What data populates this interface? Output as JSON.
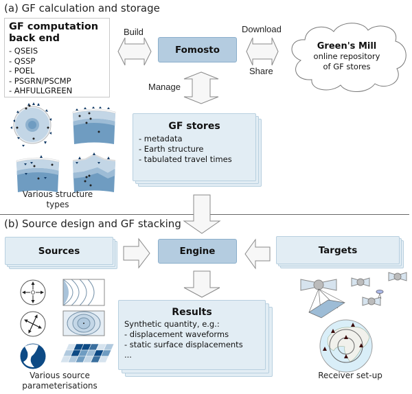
{
  "section_a": {
    "title": "(a) GF calculation and storage",
    "backend": {
      "heading_line1": "GF computation",
      "heading_line2": "back end",
      "items": [
        "- QSEIS",
        "- QSSP",
        "- POEL",
        "- PSGRN/PSCMP",
        "- AHFULLGREEN"
      ]
    },
    "build_label": "Build",
    "fomosto_label": "Fomosto",
    "download_label": "Download",
    "share_label": "Share",
    "cloud": {
      "title": "Green's Mill",
      "line1": "online repository",
      "line2": "of GF stores"
    },
    "manage_label": "Manage",
    "gf_stores": {
      "title": "GF stores",
      "items": [
        "- metadata",
        "- Earth structure",
        "- tabulated travel times"
      ]
    },
    "structures_caption_line1": "Various structure",
    "structures_caption_line2": "types"
  },
  "section_b": {
    "title": "(b) Source design and GF stacking",
    "sources_label": "Sources",
    "engine_label": "Engine",
    "targets_label": "Targets",
    "results": {
      "title": "Results",
      "items": [
        "Synthetic quantity, e.g.:",
        "- displacement waveforms",
        "- static surface displacements",
        "..."
      ]
    },
    "sources_caption_line1": "Various source",
    "sources_caption_line2": "parameterisations",
    "receiver_caption": "Receiver set-up"
  },
  "colors": {
    "box_blue": "#b4cce0",
    "stack_fill": "#e2edf4",
    "dark_blue": "#0d4a85",
    "arrow_fill": "#f7f7f7",
    "arrow_stroke": "#888888"
  }
}
